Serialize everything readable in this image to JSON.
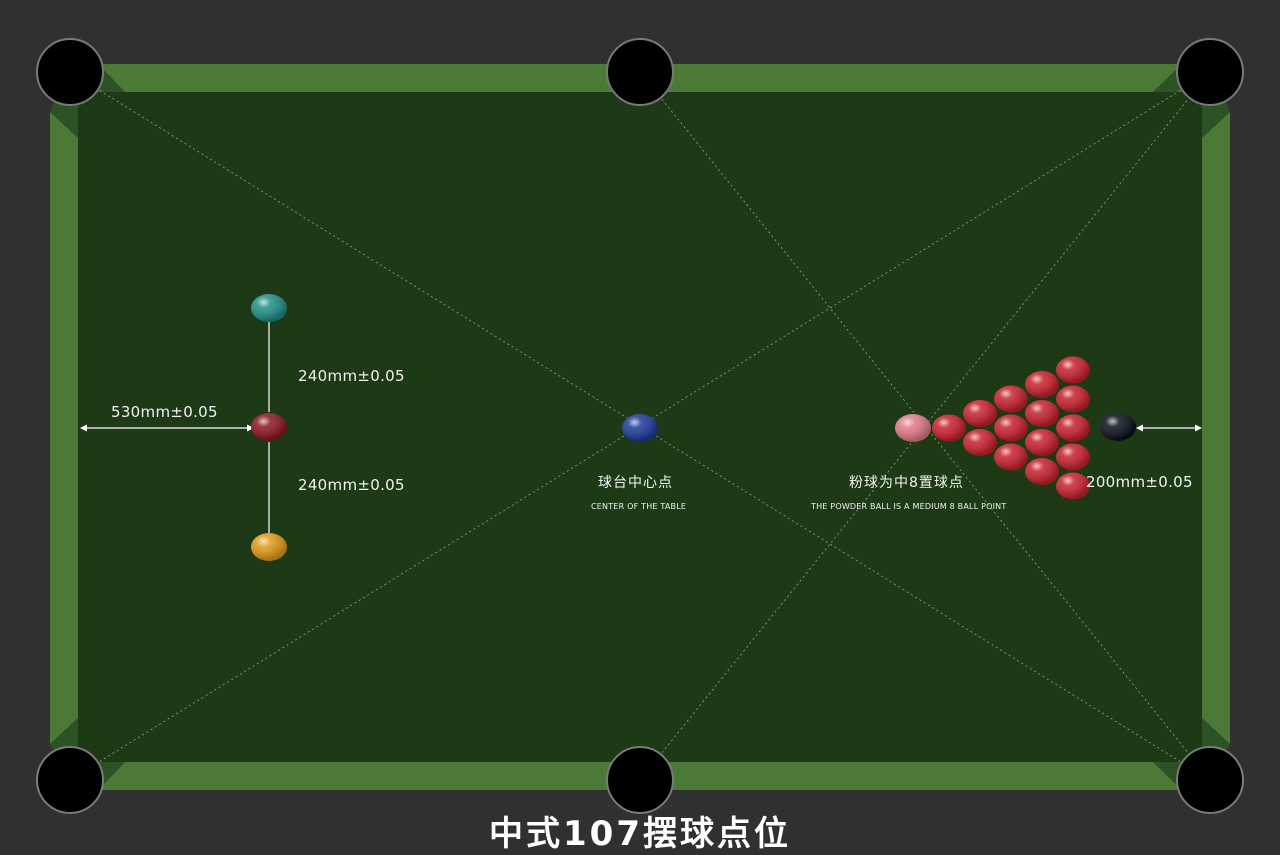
{
  "caption": "中式107摆球点位",
  "labels": {
    "top_spacing": "240mm±0.05",
    "bottom_spacing": "240mm±0.05",
    "left_distance": "530mm±0.05",
    "right_distance": "200mm±0.05",
    "center_cn": "球台中心点",
    "center_en": "CENTER OF THE TABLE",
    "pink_cn": "粉球为中8置球点",
    "pink_en": "THE POWDER BALL IS A MEDIUM 8 BALL POINT"
  },
  "colors": {
    "background": "#303030",
    "rail": "#4a7a36",
    "rail_edge": "#2c5226",
    "cloth": "#1d3915",
    "green_ball": "#1f8f86",
    "brown_ball": "#8a1622",
    "yellow_ball": "#e09a1a",
    "blue_ball": "#1c3a9a",
    "pink_ball": "#e07a86",
    "red_ball": "#c8202c",
    "black_ball": "#0a0f1c"
  },
  "red_ball_rows": [
    1,
    2,
    3,
    4,
    5
  ]
}
